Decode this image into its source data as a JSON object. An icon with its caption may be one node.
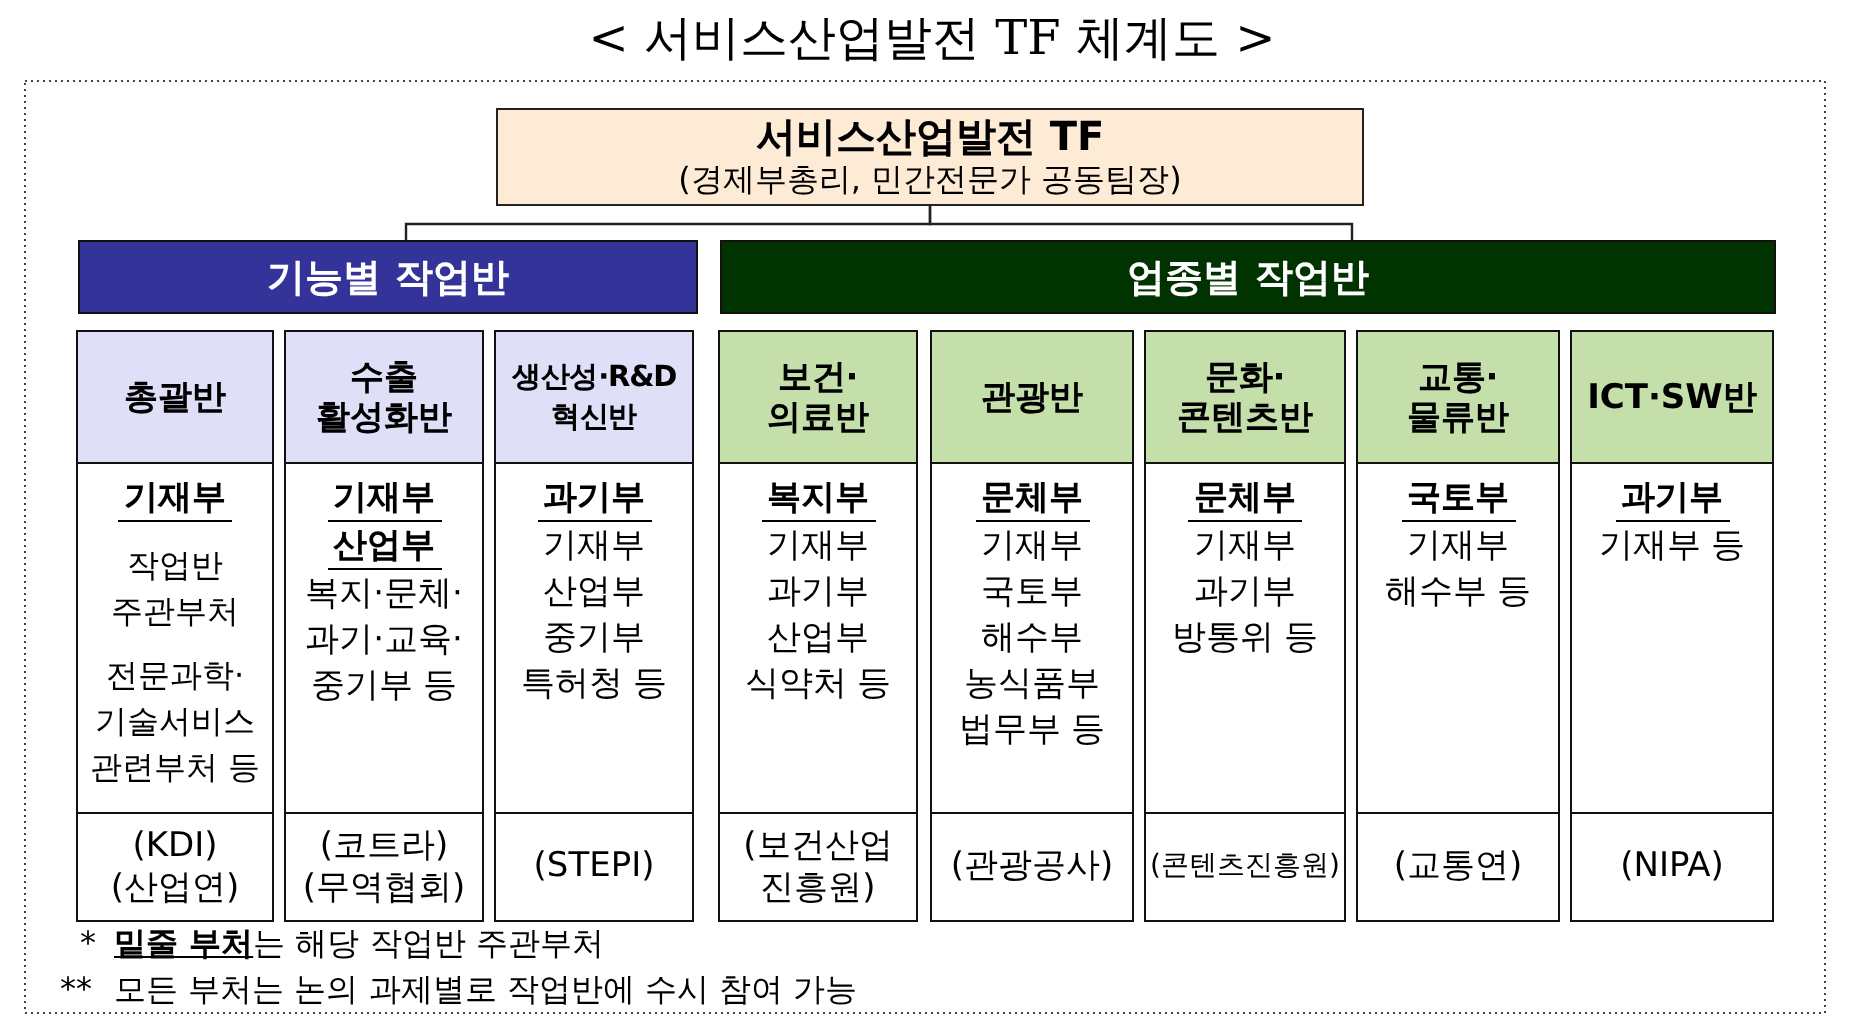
{
  "diagram": {
    "title": "< 서비스산업발전 TF 체계도 >",
    "nodes": [
      {
        "text": [
          "서비스산업발전 TF",
          "(경제부총리, 민간전문가 공동팀장)"
        ]
      },
      {
        "text": [
          "기능별 작업반"
        ]
      },
      {
        "text": [
          "업종별 작업반"
        ]
      },
      {
        "text": [
          "총괄반",
          "기재부",
          "작업반 주관부처",
          "전문과학· 기술서비스 관련부처 등",
          "(KDI)",
          "(산업연)"
        ]
      },
      {
        "text": [
          "수출 활성화반",
          "기재부",
          "산업부",
          "복지·문체· 과기·교육· 중기부 등",
          "(코트라)",
          "(무역협회)"
        ]
      },
      {
        "text": [
          "생산성·R&D 혁신반",
          "과기부",
          "기재부",
          "산업부",
          "중기부",
          "특허청 등",
          "(STEPI)"
        ]
      },
      {
        "text": [
          "보건· 의료반",
          "복지부",
          "기재부",
          "과기부",
          "산업부",
          "식약처 등",
          "(보건산업 진흥원)"
        ]
      },
      {
        "text": [
          "관광반",
          "문체부",
          "기재부",
          "국토부",
          "해수부",
          "농식품부",
          "법무부 등",
          "(관광공사)"
        ]
      },
      {
        "text": [
          "문화· 콘텐츠반",
          "문체부",
          "기재부",
          "과기부",
          "방통위 등",
          "(콘텐츠진흥원)"
        ]
      },
      {
        "text": [
          "교통· 물류반",
          "국토부",
          "기재부",
          "해수부 등",
          "(교통연)"
        ]
      },
      {
        "text": [
          "ICT·SW반",
          "과기부",
          "기재부 등",
          "(NIPA)"
        ]
      }
    ],
    "edges": [
      {
        "from": 0,
        "to": 1,
        "arrow": "none"
      },
      {
        "from": 0,
        "to": 2,
        "arrow": "none"
      }
    ],
    "labels": [
      "*",
      "**밑줄 부처**는 해당 작업반 주관부처",
      "**",
      "모든 부처는 논의 과제별로 작업반에 수시 참여 가능"
    ]
  }
}
